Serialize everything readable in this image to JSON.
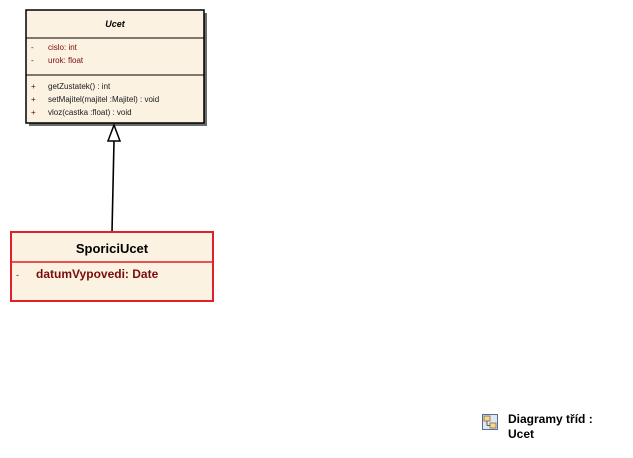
{
  "diagram": {
    "superclass": {
      "name": "Ucet",
      "attributes": [
        {
          "visibility": "-",
          "text": "cislo:  int"
        },
        {
          "visibility": "-",
          "text": "urok:  float"
        }
      ],
      "operations": [
        {
          "visibility": "+",
          "text": "getZustatek() : int"
        },
        {
          "visibility": "+",
          "text": "setMajitel(majitel :Majitel) : void"
        },
        {
          "visibility": "+",
          "text": "vloz(castka :float) : void"
        }
      ]
    },
    "subclass": {
      "name": "SporiciUcet",
      "attributes": [
        {
          "visibility": "-",
          "text": "datumVypovedi:  Date"
        }
      ]
    },
    "relationship": "generalization"
  },
  "legend": {
    "icon": "class-diagram-icon",
    "label": "Diagramy tříd : Ucet"
  }
}
